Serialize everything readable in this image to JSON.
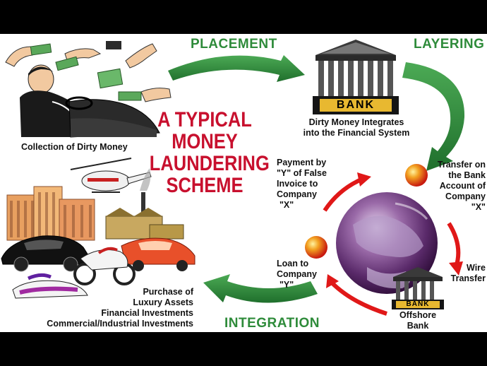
{
  "title": {
    "lines": [
      "A TYPICAL",
      "MONEY",
      "LAUNDERING",
      "SCHEME"
    ]
  },
  "stages": {
    "placement": "PLACEMENT",
    "layering": "LAYERING",
    "integration": "INTEGRATION"
  },
  "captions": {
    "collection": "Collection of Dirty Money",
    "bank_desc": [
      "Dirty Money Integrates",
      "into the Financial System"
    ],
    "payment": [
      "Payment by",
      "\"Y\" of False",
      "Invoice to",
      "Company",
      "\"X\""
    ],
    "transfer_account": [
      "Transfer on",
      "the Bank",
      "Account of",
      "Company",
      "\"X\""
    ],
    "loan": [
      "Loan to",
      "Company",
      "\"Y\""
    ],
    "wire": [
      "Wire",
      "Transfer"
    ],
    "offshore": [
      "Offshore",
      "Bank"
    ],
    "purchase": [
      "Purchase of",
      "Luxury Assets",
      "Financial Investments",
      "Commercial/Industrial Investments"
    ]
  },
  "bank_signs": {
    "main": "BANK",
    "offshore": "BANK"
  },
  "colors": {
    "arrow_green": "#2e8b3a",
    "title_red": "#c8102e",
    "cycle_red": "#e01818",
    "bank_gold": "#e8b830"
  }
}
